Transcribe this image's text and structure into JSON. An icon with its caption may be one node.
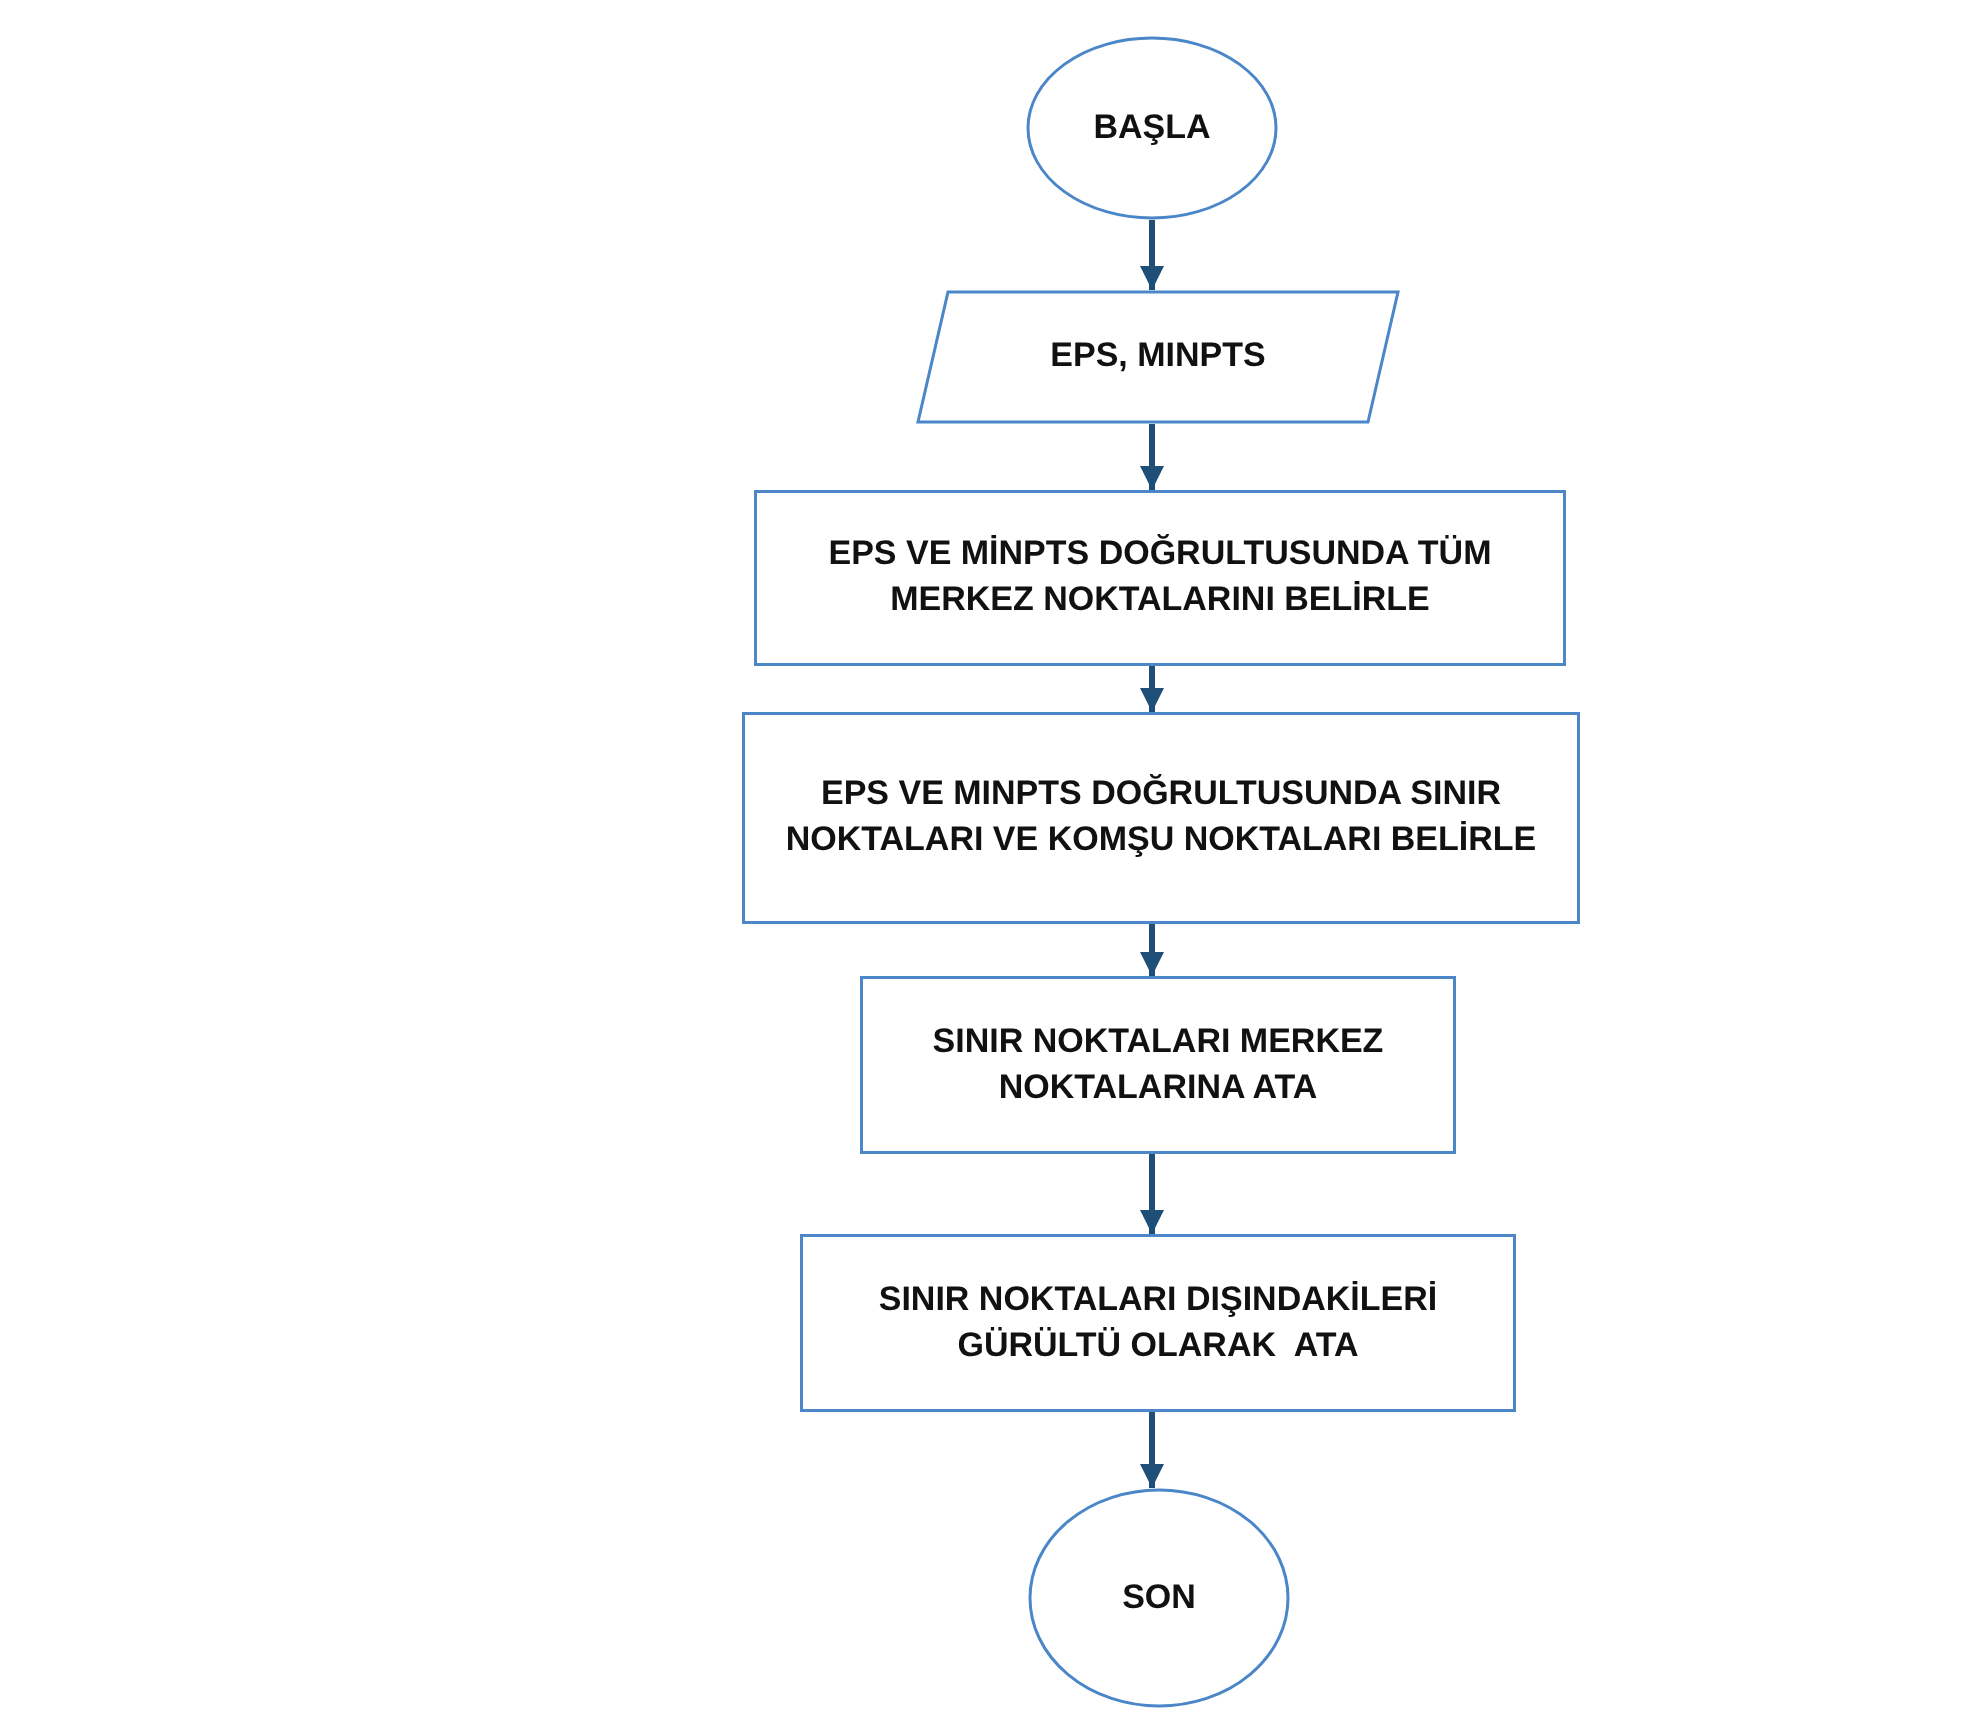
{
  "diagram": {
    "nodes": [
      {
        "text": [
          "BAŞLA"
        ]
      },
      {
        "text": [
          "EPS, MINPTS"
        ]
      },
      {
        "text": [
          "EPS VE MİNPTS DOĞRULTUSUNDA TÜM MERKEZ NOKTALARINI BELİRLE"
        ]
      },
      {
        "text": [
          "EPS VE MINPTS DOĞRULTUSUNDA SINIR NOKTALARI VE KOMŞU NOKTALARI BELİRLE"
        ]
      },
      {
        "text": [
          "SINIR NOKTALARI MERKEZ NOKTALARINA ATA"
        ]
      },
      {
        "text": [
          "SINIR NOKTALARI DIŞINDAKİLERİ GÜRÜLTÜ OLARAK  ATA"
        ]
      },
      {
        "text": [
          "SON"
        ]
      }
    ],
    "edges": [
      {
        "from": 0,
        "to": 1,
        "arrow": "to"
      },
      {
        "from": 1,
        "to": 2,
        "arrow": "to"
      },
      {
        "from": 2,
        "to": 3,
        "arrow": "to"
      },
      {
        "from": 3,
        "to": 4,
        "arrow": "to"
      },
      {
        "from": 4,
        "to": 5,
        "arrow": "to"
      },
      {
        "from": 5,
        "to": 6,
        "arrow": "to"
      }
    ]
  }
}
